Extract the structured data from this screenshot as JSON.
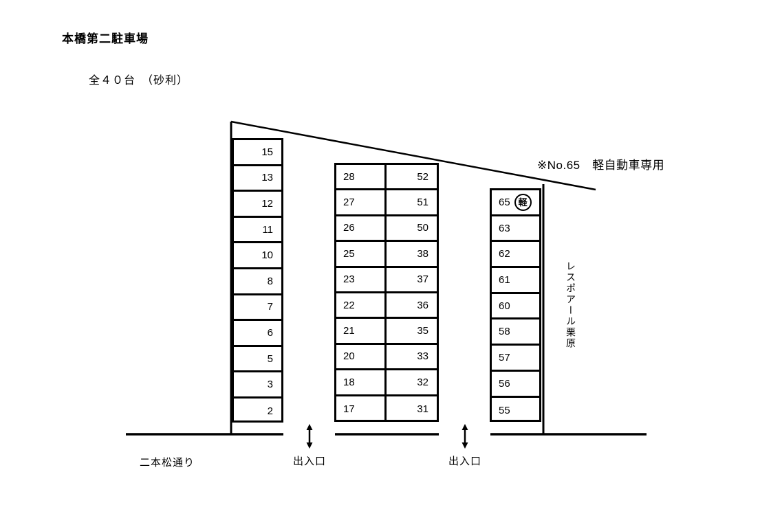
{
  "header": {
    "title": "本橋第二駐車場",
    "subtitle": "全４０台　（砂利）"
  },
  "note": "※No.65　軽自動車専用",
  "building_label": "レスポアール栗原",
  "road": {
    "label": "二本松通り",
    "entrances": [
      {
        "label": "出入口"
      },
      {
        "label": "出入口"
      }
    ]
  },
  "blocks": {
    "left": {
      "name": "left-parking-block",
      "columns": 1,
      "rows": [
        {
          "cells": [
            {
              "number": "15"
            }
          ]
        },
        {
          "cells": [
            {
              "number": "13"
            }
          ]
        },
        {
          "cells": [
            {
              "number": "12"
            }
          ]
        },
        {
          "cells": [
            {
              "number": "11"
            }
          ]
        },
        {
          "cells": [
            {
              "number": "10"
            }
          ]
        },
        {
          "cells": [
            {
              "number": "8"
            }
          ]
        },
        {
          "cells": [
            {
              "number": "7"
            }
          ]
        },
        {
          "cells": [
            {
              "number": "6"
            }
          ]
        },
        {
          "cells": [
            {
              "number": "5"
            }
          ]
        },
        {
          "cells": [
            {
              "number": "3"
            }
          ]
        },
        {
          "cells": [
            {
              "number": "2"
            }
          ]
        }
      ]
    },
    "middle": {
      "name": "middle-parking-block",
      "columns": 2,
      "rows": [
        {
          "cells": [
            {
              "number": "28"
            },
            {
              "number": "52"
            }
          ]
        },
        {
          "cells": [
            {
              "number": "27"
            },
            {
              "number": "51"
            }
          ]
        },
        {
          "cells": [
            {
              "number": "26"
            },
            {
              "number": "50"
            }
          ]
        },
        {
          "cells": [
            {
              "number": "25"
            },
            {
              "number": "38"
            }
          ]
        },
        {
          "cells": [
            {
              "number": "23"
            },
            {
              "number": "37"
            }
          ]
        },
        {
          "cells": [
            {
              "number": "22"
            },
            {
              "number": "36"
            }
          ]
        },
        {
          "cells": [
            {
              "number": "21"
            },
            {
              "number": "35"
            }
          ]
        },
        {
          "cells": [
            {
              "number": "20"
            },
            {
              "number": "33"
            }
          ]
        },
        {
          "cells": [
            {
              "number": "18"
            },
            {
              "number": "32"
            }
          ]
        },
        {
          "cells": [
            {
              "number": "17"
            },
            {
              "number": "31"
            }
          ]
        }
      ]
    },
    "right": {
      "name": "right-parking-block",
      "columns": 1,
      "rows": [
        {
          "cells": [
            {
              "number": "65",
              "badge": "軽"
            }
          ]
        },
        {
          "cells": [
            {
              "number": "63"
            }
          ]
        },
        {
          "cells": [
            {
              "number": "62"
            }
          ]
        },
        {
          "cells": [
            {
              "number": "61"
            }
          ]
        },
        {
          "cells": [
            {
              "number": "60"
            }
          ]
        },
        {
          "cells": [
            {
              "number": "58"
            }
          ]
        },
        {
          "cells": [
            {
              "number": "57"
            }
          ]
        },
        {
          "cells": [
            {
              "number": "56"
            }
          ]
        },
        {
          "cells": [
            {
              "number": "55"
            }
          ]
        }
      ]
    }
  },
  "colors": {
    "ink": "#000000",
    "paper": "#ffffff"
  }
}
